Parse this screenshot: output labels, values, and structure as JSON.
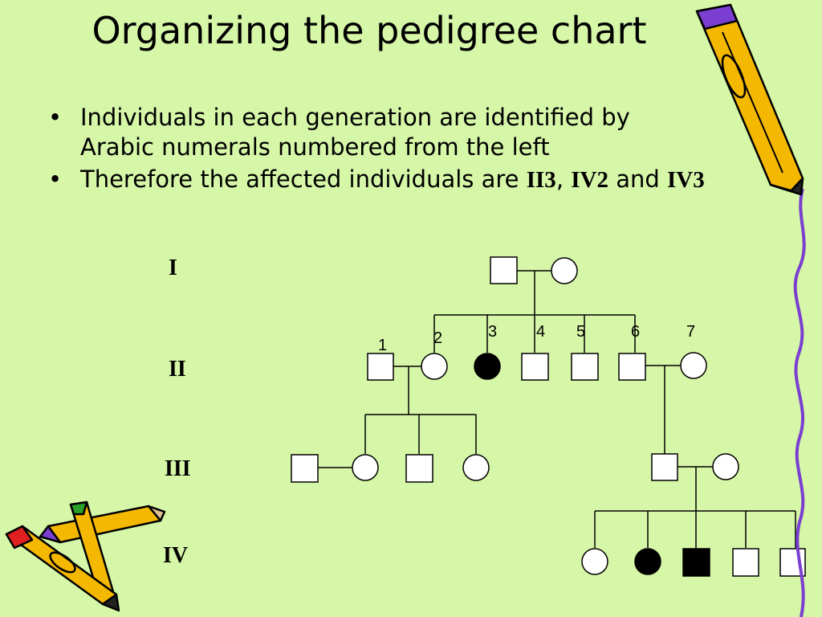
{
  "slide": {
    "title": "Organizing the pedigree chart",
    "bullets": [
      {
        "text": "Individuals in each generation are identified by Arabic numerals numbered from the left"
      },
      {
        "prefix": "Therefore the affected individuals are ",
        "id1": "II3",
        "sep1": ", ",
        "id2": "IV2",
        "sep2": " and ",
        "id3": "IV3"
      }
    ]
  },
  "pedigree": {
    "generation_labels": [
      "I",
      "II",
      "III",
      "IV"
    ],
    "generation_II_numbers": [
      "1",
      "2",
      "3",
      "4",
      "5",
      "6",
      "7"
    ],
    "affected": [
      "II3",
      "IV2",
      "IV3"
    ]
  },
  "colors": {
    "background": "#d6f6a8",
    "pencil_body": "#f5b800",
    "pencil_outline": "#000000",
    "pencil_eraser": "#7a3fd0",
    "pencil_lead": "#e02020",
    "wavy_line": "#7a3fd0"
  },
  "icons": [
    "pencil-icon",
    "crossed-pencils-icon"
  ]
}
